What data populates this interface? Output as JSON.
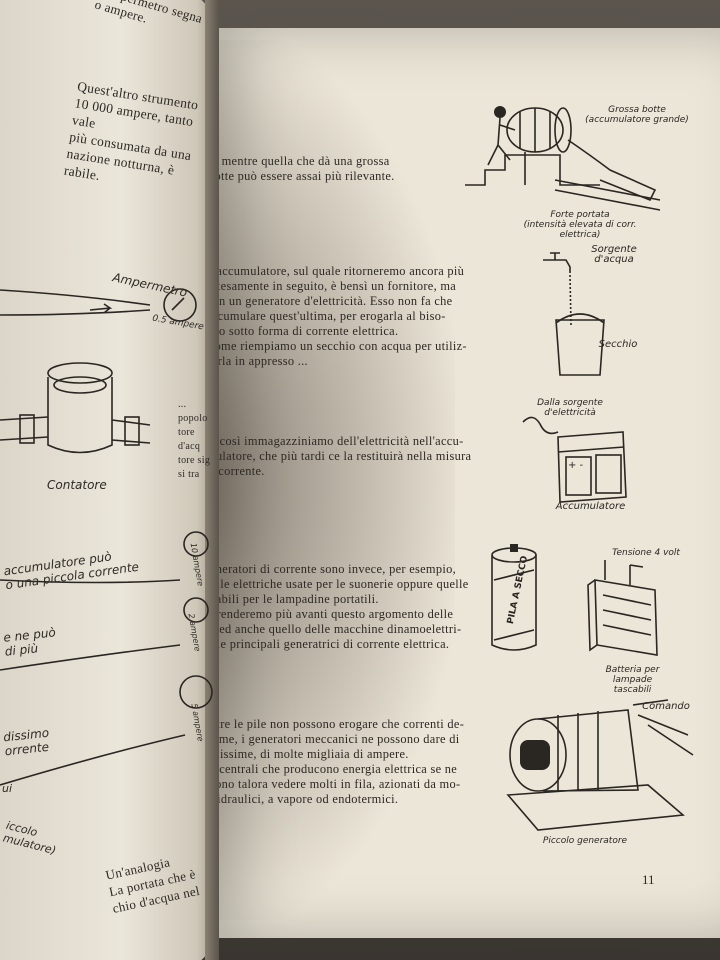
{
  "right_page": {
    "paragraphs": [
      "... mentre quella che dà una grossa\nbotte può essere assai più rilevante.",
      "L'accumulatore, sul quale ritorneremo ancora più\nestesamente in seguito, è bensì un fornitore, ma\nnon un generatore d'elettricità. Esso non fa che\naccumulare quest'ultima, per erogarla al biso-\ngno sotto forma di corrente elettrica.\nCome riempiamo un secchio con acqua per utiliz-\nzarla in appresso ...",
      "... così immagazziniamo dell'elettricità nell'accu-\nmulatore, che più tardi ce la restituirà nella misura\noccorrente.",
      "eneratori di corrente sono invece, per esempio,\npile elettriche usate per le suonerie oppure quelle\ncabili per le lampadine portatili.\nprenderemo più avanti questo argomento delle\ne ed anche quello delle macchine dinamoelettri-\n, le principali generatrici di corrente elettrica.",
      "ntre le pile non possono erogare che correnti de-\nsime, i generatori meccanici ne possono dare di\nmissime, di molte migliaia di ampere.\ne centrali che producono energia elettrica se ne\nsono talora vedere molti in fila, azionati da mo-\ni idraulici, a vapore od endotermici."
    ],
    "captions": {
      "barrel": "Grossa botte\n(accumulatore grande)",
      "flow": "Forte portata\n(intensità elevata di corr. elettrica)",
      "source": "Sorgente\nd'acqua",
      "bucket": "Secchio",
      "elec_source": "Dalla sorgente\nd'elettricità",
      "accumulator": "Accumulatore",
      "battery_label": "PILA A SECCO",
      "voltage": "Tensione 4 volt",
      "flat_battery": "Batteria per lampade\ntascabili",
      "controls": "Comando",
      "generator": "Piccolo generatore"
    },
    "page_number": "11"
  },
  "left_page": {
    "top_text": "l'ampermetro segna\no ampere.",
    "paragraph": "Quest'altro strumento\n10 000 ampere, tanto vale\npiù consumata da una\nnazione notturna, è\nrabile.",
    "ammeter_label": "Ampermetro",
    "ammeter_value": "0.5 ampere",
    "meter_caption": "Contatore",
    "frag_1": "... popolo\ntore d'acq\ntore sig\nsi tra",
    "acc_caption": "accumulatore può\no una piccola corrente",
    "acc_value": "10 ampere",
    "more_caption": "e ne può\ndi più",
    "more_value": "2 ampere",
    "big_caption": "dissimo\norrente",
    "big_prefix": "ui",
    "big_value": "5 ampere",
    "small_acc": "iccolo\nmulatore)",
    "analogy": "Un'analogia\nLa portata che è\nchio d'acqua nel"
  }
}
